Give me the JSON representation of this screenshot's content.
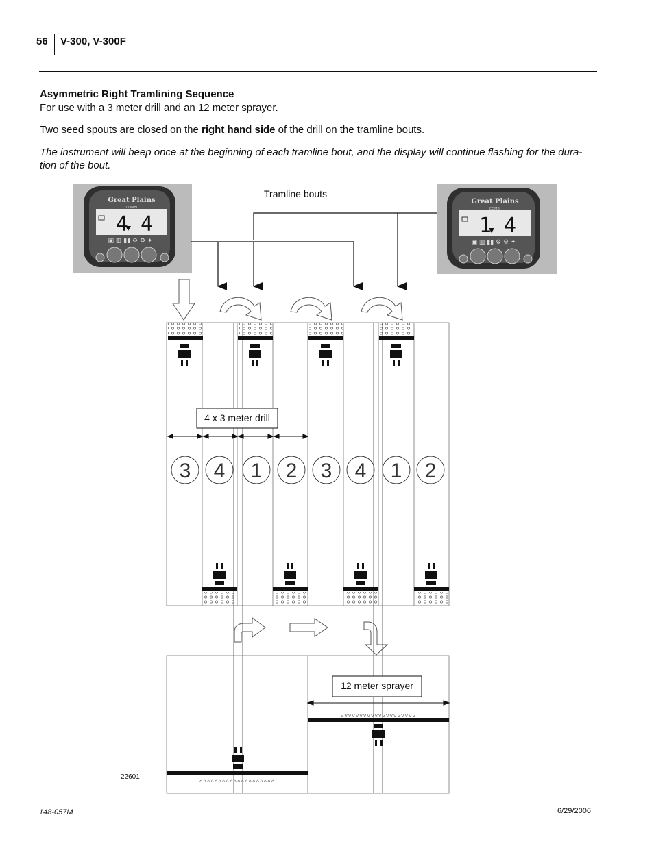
{
  "header": {
    "page_number": "56",
    "title": "V-300, V-300F"
  },
  "section": {
    "title": "Asymmetric Right Tramlining Sequence",
    "line1": "For use with a 3 meter drill and an 12 meter sprayer.",
    "line2_pre": "Two seed spouts are closed on the ",
    "line2_bold": "right hand side",
    "line2_post": " of the drill on the tramline bouts.",
    "note": "The instrument will beep once at the beginning of each tramline bout, and the display will continue flashing for the dura-tion of the bout."
  },
  "figure": {
    "tramline_label": "Tramline bouts",
    "left_display": {
      "brand": "Great Plains",
      "model": "COMBI",
      "readout": "4 4"
    },
    "right_display": {
      "brand": "Great Plains",
      "model": "COMBI",
      "readout": "1 4"
    },
    "drill_label": "4 x 3 meter drill",
    "sprayer_label": "12 meter sprayer",
    "sequence": [
      "3",
      "4",
      "1",
      "2",
      "3",
      "4",
      "1",
      "2"
    ],
    "figure_number": "22601"
  },
  "footer": {
    "doc_number": "148-057M",
    "date": "6/29/2006"
  }
}
